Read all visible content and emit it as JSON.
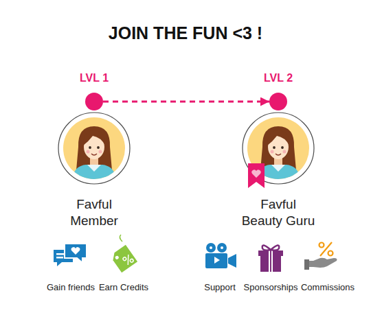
{
  "diagram": {
    "title": "JOIN THE FUN <3 !",
    "nodes": [
      {
        "text": [
          "LVL 1"
        ]
      },
      {
        "text": [
          "LVL 2"
        ]
      },
      {
        "text": [
          "Favful Member"
        ]
      },
      {
        "text": [
          "Favful Beauty Guru"
        ]
      }
    ],
    "edges": [
      {
        "from": 0,
        "to": 1,
        "arrow": "to"
      }
    ],
    "labels": [
      "Gain friends",
      "Earn Credits",
      "Support",
      "Sponsorships",
      "Commissions"
    ]
  }
}
